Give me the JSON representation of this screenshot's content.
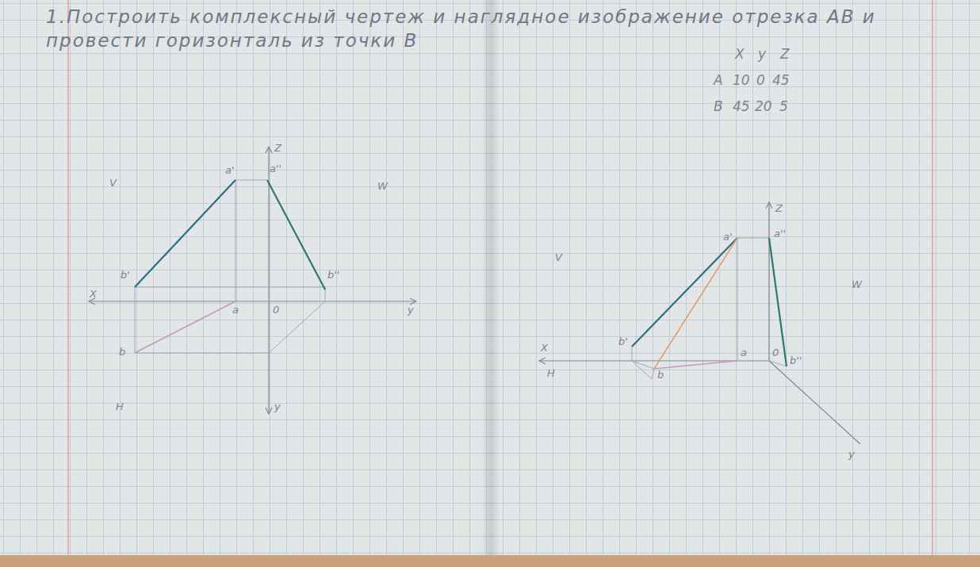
{
  "diagram": {
    "title": "1.Построить комплексный чертеж и наглядное изображение отрезка AB и провести горизонталь из точки B",
    "labels": [
      "X",
      "y",
      "Z",
      "A",
      "10",
      "0",
      "45",
      "B",
      "45",
      "20",
      "5",
      "V",
      "W",
      "H",
      "Z",
      "X",
      "y",
      "y",
      "a'",
      "a''",
      "b'",
      "b''",
      "a",
      "b",
      "0",
      "V",
      "W",
      "H",
      "Z",
      "X",
      "y",
      "a'",
      "a''",
      "b'",
      "b''",
      "a",
      "b",
      "0"
    ]
  }
}
